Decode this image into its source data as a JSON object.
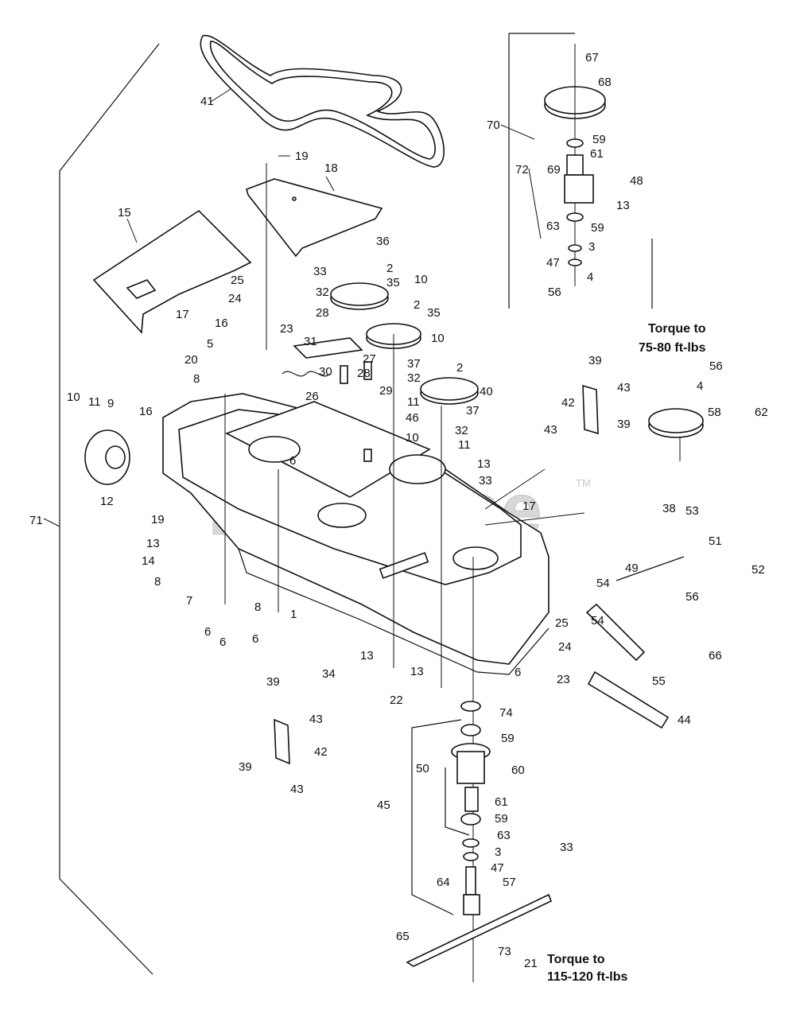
{
  "watermark": {
    "text": "PartsTree",
    "mark": "TM"
  },
  "notes": [
    {
      "id": "torque-top",
      "lines": [
        "Torque to",
        "75-80 ft-lbs"
      ]
    },
    {
      "id": "torque-bottom",
      "lines": [
        "Torque to",
        "115-120 ft-lbs"
      ]
    }
  ],
  "callouts": [
    {
      "t": "41"
    },
    {
      "t": "19"
    },
    {
      "t": "18"
    },
    {
      "t": "15"
    },
    {
      "t": "36"
    },
    {
      "t": "33"
    },
    {
      "t": "2"
    },
    {
      "t": "35"
    },
    {
      "t": "25"
    },
    {
      "t": "32"
    },
    {
      "t": "10"
    },
    {
      "t": "24"
    },
    {
      "t": "28"
    },
    {
      "t": "2"
    },
    {
      "t": "35"
    },
    {
      "t": "17"
    },
    {
      "t": "16"
    },
    {
      "t": "23"
    },
    {
      "t": "5"
    },
    {
      "t": "31"
    },
    {
      "t": "20"
    },
    {
      "t": "10"
    },
    {
      "t": "2"
    },
    {
      "t": "30"
    },
    {
      "t": "27"
    },
    {
      "t": "28"
    },
    {
      "t": "29"
    },
    {
      "t": "37"
    },
    {
      "t": "32"
    },
    {
      "t": "40"
    },
    {
      "t": "8"
    },
    {
      "t": "26"
    },
    {
      "t": "11"
    },
    {
      "t": "10"
    },
    {
      "t": "11"
    },
    {
      "t": "9"
    },
    {
      "t": "16"
    },
    {
      "t": "46"
    },
    {
      "t": "32"
    },
    {
      "t": "37"
    },
    {
      "t": "10"
    },
    {
      "t": "11"
    },
    {
      "t": "6"
    },
    {
      "t": "13"
    },
    {
      "t": "33"
    },
    {
      "t": "12"
    },
    {
      "t": "17"
    },
    {
      "t": "71"
    },
    {
      "t": "19"
    },
    {
      "t": "13"
    },
    {
      "t": "14"
    },
    {
      "t": "8"
    },
    {
      "t": "7"
    },
    {
      "t": "8"
    },
    {
      "t": "6"
    },
    {
      "t": "6"
    },
    {
      "t": "6"
    },
    {
      "t": "1"
    },
    {
      "t": "13"
    },
    {
      "t": "34"
    },
    {
      "t": "13"
    },
    {
      "t": "22"
    },
    {
      "t": "25"
    },
    {
      "t": "24"
    },
    {
      "t": "6"
    },
    {
      "t": "23"
    },
    {
      "t": "39"
    },
    {
      "t": "43"
    },
    {
      "t": "42"
    },
    {
      "t": "39"
    },
    {
      "t": "43"
    },
    {
      "t": "74"
    },
    {
      "t": "59"
    },
    {
      "t": "50"
    },
    {
      "t": "60"
    },
    {
      "t": "45"
    },
    {
      "t": "61"
    },
    {
      "t": "59"
    },
    {
      "t": "63"
    },
    {
      "t": "3"
    },
    {
      "t": "33"
    },
    {
      "t": "47"
    },
    {
      "t": "64"
    },
    {
      "t": "57"
    },
    {
      "t": "65"
    },
    {
      "t": "73"
    },
    {
      "t": "21"
    },
    {
      "t": "67"
    },
    {
      "t": "68"
    },
    {
      "t": "70"
    },
    {
      "t": "59"
    },
    {
      "t": "61"
    },
    {
      "t": "72"
    },
    {
      "t": "69"
    },
    {
      "t": "48"
    },
    {
      "t": "13"
    },
    {
      "t": "59"
    },
    {
      "t": "63"
    },
    {
      "t": "3"
    },
    {
      "t": "47"
    },
    {
      "t": "4"
    },
    {
      "t": "56"
    },
    {
      "t": "56"
    },
    {
      "t": "4"
    },
    {
      "t": "58"
    },
    {
      "t": "62"
    },
    {
      "t": "39"
    },
    {
      "t": "43"
    },
    {
      "t": "42"
    },
    {
      "t": "43"
    },
    {
      "t": "39"
    },
    {
      "t": "38"
    },
    {
      "t": "53"
    },
    {
      "t": "51"
    },
    {
      "t": "49"
    },
    {
      "t": "54"
    },
    {
      "t": "56"
    },
    {
      "t": "52"
    },
    {
      "t": "54"
    },
    {
      "t": "66"
    },
    {
      "t": "55"
    },
    {
      "t": "44"
    }
  ]
}
